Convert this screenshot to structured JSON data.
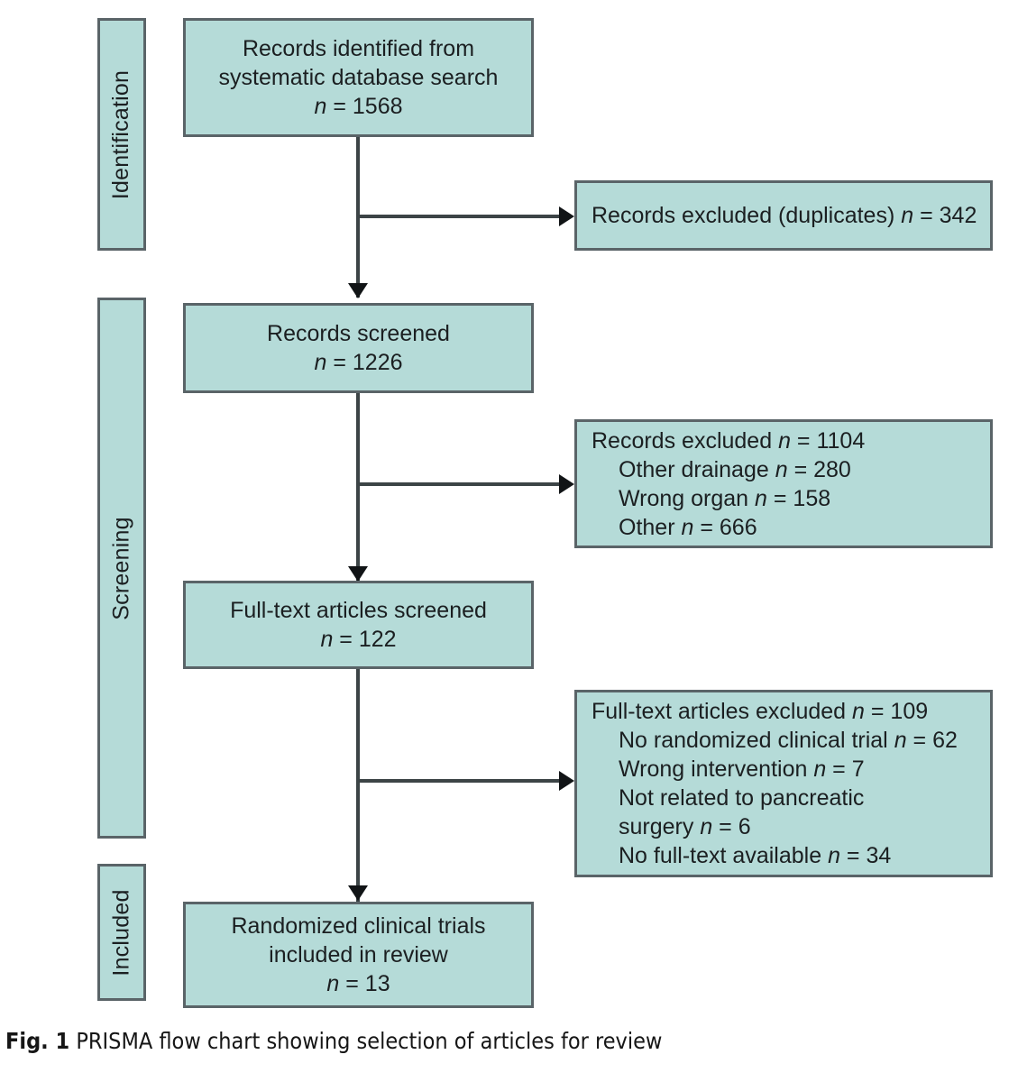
{
  "figure": {
    "caption_label": "Fig. 1",
    "caption_text": "PRISMA flow chart showing selection of articles for review"
  },
  "colors": {
    "box_fill": "#b5dbd8",
    "box_border": "#5a6468",
    "connector": "#3c4446",
    "text": "#1b1f21",
    "page_background": "#ffffff"
  },
  "chart_data": {
    "type": "diagram",
    "title": "PRISMA flow chart showing selection of articles for review",
    "stages": [
      {
        "name": "Identification"
      },
      {
        "name": "Screening"
      },
      {
        "name": "Included"
      }
    ],
    "nodes": [
      {
        "id": "identified",
        "stage": "Identification",
        "label": "Records identified from systematic database search",
        "n": 1568
      },
      {
        "id": "excluded_duplicates",
        "stage": "Identification",
        "label": "Records excluded (duplicates)",
        "n": 342
      },
      {
        "id": "screened",
        "stage": "Screening",
        "label": "Records screened",
        "n": 1226
      },
      {
        "id": "excluded_records",
        "stage": "Screening",
        "label": "Records excluded",
        "n": 1104,
        "reasons": [
          {
            "label": "Other drainage",
            "n": 280
          },
          {
            "label": "Wrong organ",
            "n": 158
          },
          {
            "label": "Other",
            "n": 666
          }
        ]
      },
      {
        "id": "fulltext_screened",
        "stage": "Screening",
        "label": "Full-text articles screened",
        "n": 122
      },
      {
        "id": "excluded_fulltext",
        "stage": "Screening",
        "label": "Full-text articles excluded",
        "n": 109,
        "reasons": [
          {
            "label": "No randomized clinical trial",
            "n": 62
          },
          {
            "label": "Wrong intervention",
            "n": 7
          },
          {
            "label": "Not related to pancreatic surgery",
            "n": 6
          },
          {
            "label": "No full-text available",
            "n": 34
          }
        ]
      },
      {
        "id": "included",
        "stage": "Included",
        "label": "Randomized clinical trials included in review",
        "n": 13
      }
    ],
    "edges": [
      {
        "from": "identified",
        "to": "excluded_duplicates",
        "direction": "right"
      },
      {
        "from": "identified",
        "to": "screened",
        "direction": "down"
      },
      {
        "from": "screened",
        "to": "excluded_records",
        "direction": "right"
      },
      {
        "from": "screened",
        "to": "fulltext_screened",
        "direction": "down"
      },
      {
        "from": "fulltext_screened",
        "to": "excluded_fulltext",
        "direction": "right"
      },
      {
        "from": "fulltext_screened",
        "to": "included",
        "direction": "down"
      }
    ]
  },
  "bands": {
    "identification": "Identification",
    "screening": "Screening",
    "included": "Included"
  },
  "boxes": {
    "identified": {
      "line1": "Records identified from",
      "line2": "systematic database search",
      "line3_n": "n",
      "line3_val": " = 1568"
    },
    "excluded_duplicates": {
      "text": "Records excluded (duplicates) ",
      "n": "n",
      "val": " = 342"
    },
    "screened": {
      "line1": "Records screened",
      "line2_n": "n",
      "line2_val": " = 1226"
    },
    "excluded_records": {
      "head_text": "Records excluded ",
      "head_n": "n",
      "head_val": " = 1104",
      "r1_text": "Other drainage ",
      "r1_n": "n",
      "r1_val": " = 280",
      "r2_text": "Wrong organ ",
      "r2_n": "n",
      "r2_val": " = 158",
      "r3_text": "Other ",
      "r3_n": "n",
      "r3_val": " = 666"
    },
    "fulltext_screened": {
      "line1": "Full-text articles screened",
      "line2_n": "n",
      "line2_val": " = 122"
    },
    "excluded_fulltext": {
      "head_text": "Full-text articles excluded ",
      "head_n": "n",
      "head_val": " = 109",
      "r1_text": "No randomized clinical trial ",
      "r1_n": "n",
      "r1_val": " = 62",
      "r2_text": "Wrong intervention ",
      "r2_n": "n",
      "r2_val": " = 7",
      "r3_text": "Not related to pancreatic",
      "r4_text": "surgery ",
      "r4_n": "n",
      "r4_val": " = 6",
      "r5_text": "No full-text available ",
      "r5_n": "n",
      "r5_val": " = 34"
    },
    "included": {
      "line1": "Randomized clinical trials",
      "line2": "included in review",
      "line3_n": "n",
      "line3_val": " = 13"
    }
  }
}
